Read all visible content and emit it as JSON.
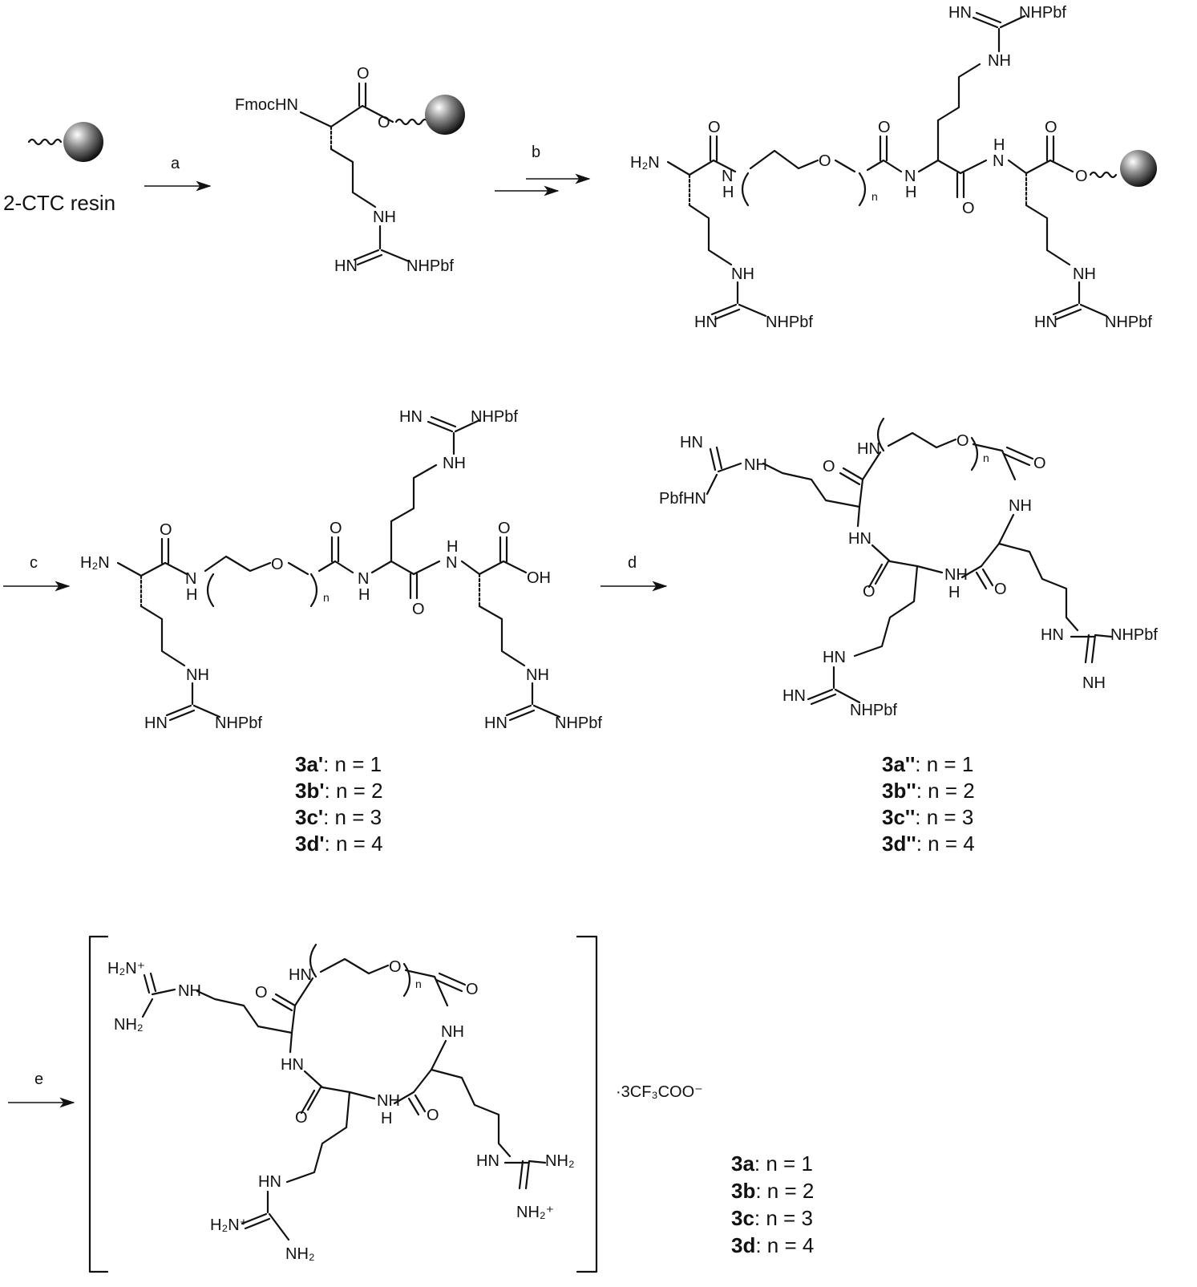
{
  "resin_label": "2-CTC resin",
  "steps": {
    "a": "a",
    "b": "b",
    "c": "c",
    "d": "d",
    "e": "e"
  },
  "atoms": {
    "fmochn": "FmocHN",
    "o": "O",
    "oh": "OH",
    "h2n": "H₂N",
    "nh": "NH",
    "hn": "HN",
    "n": "N",
    "h": "H",
    "nhpbf": "NHPbf",
    "pbfhn": "PbfHN",
    "nh2": "NH₂",
    "h2n_plus": "H₂N⁺",
    "nh2_plus": "NH₂⁺",
    "repeat": "n"
  },
  "counterion": "·3CF₃COO⁻",
  "compounds_prime": [
    {
      "id": "3a'",
      "value": ": n = 1"
    },
    {
      "id": "3b'",
      "value": ": n = 2"
    },
    {
      "id": "3c'",
      "value": ": n = 3"
    },
    {
      "id": "3d'",
      "value": ": n = 4"
    }
  ],
  "compounds_double_prime": [
    {
      "id": "3a''",
      "value": ": n = 1"
    },
    {
      "id": "3b''",
      "value": ": n = 2"
    },
    {
      "id": "3c''",
      "value": ": n = 3"
    },
    {
      "id": "3d''",
      "value": ": n = 4"
    }
  ],
  "compounds_final": [
    {
      "id": "3a",
      "value": ": n = 1"
    },
    {
      "id": "3b",
      "value": ": n = 2"
    },
    {
      "id": "3c",
      "value": ": n = 3"
    },
    {
      "id": "3d",
      "value": ": n = 4"
    }
  ]
}
